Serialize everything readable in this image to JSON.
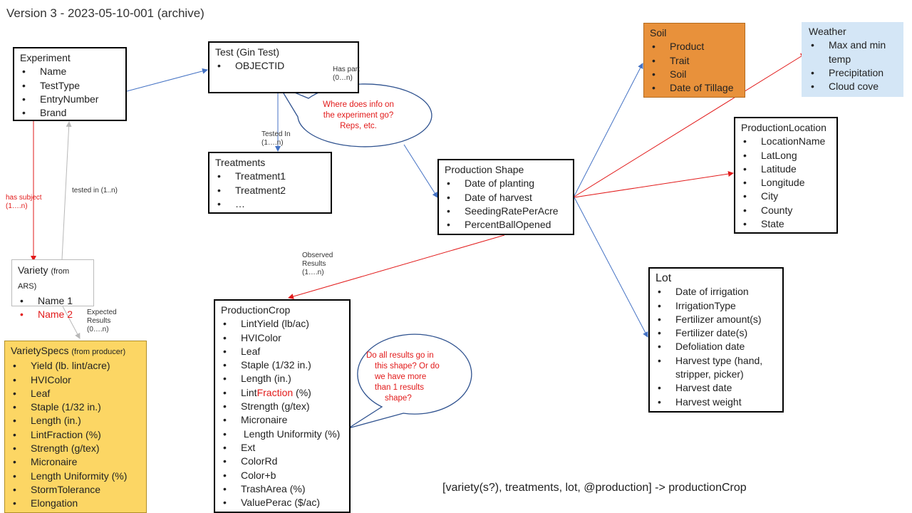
{
  "title": "Version 3 - 2023-05-10-001 (archive)",
  "colors": {
    "blue_arrow": "#4472c4",
    "red_arrow": "#e21a1a",
    "gray_arrow": "#b8b8b8",
    "soil_fill": "#e8913b",
    "weather_fill": "#d4e6f6",
    "varietyspecs_fill": "#fcd664",
    "bubble_stroke": "#2f528f"
  },
  "boxes": {
    "experiment": {
      "title": "Experiment",
      "items": [
        "Name",
        "TestType",
        "EntryNumber",
        "Brand"
      ]
    },
    "test": {
      "title": "Test (Gin Test)",
      "items": [
        "OBJECTID"
      ]
    },
    "treatments": {
      "title": "Treatments",
      "items": [
        "Treatment1",
        "Treatment2",
        "…"
      ]
    },
    "production_shape": {
      "title": "Production Shape",
      "items": [
        "Date of planting",
        "Date of harvest",
        "SeedingRatePerAcre",
        "PercentBallOpened"
      ]
    },
    "soil": {
      "title": "Soil",
      "items": [
        "Product",
        "Trait",
        "Soil",
        "Date of Tillage"
      ]
    },
    "weather": {
      "title": "Weather",
      "items": [
        "Max and min temp",
        "Precipitation",
        "Cloud cove"
      ]
    },
    "production_location": {
      "title": "ProductionLocation",
      "items": [
        "LocationName",
        "LatLong",
        "Latitude",
        "Longitude",
        "City",
        "County",
        "State"
      ]
    },
    "lot": {
      "title": "Lot",
      "items": [
        "Date of irrigation",
        "IrrigationType",
        "Fertilizer amount(s)",
        "Fertilizer date(s)",
        "Defoliation date",
        "Harvest type (hand, stripper, picker)",
        "Harvest date",
        "Harvest weight"
      ]
    },
    "variety": {
      "title": "Variety",
      "title_note": "(from ARS)",
      "items": [
        "Name 1",
        "Name 2"
      ]
    },
    "variety_specs": {
      "title": "VarietySpecs",
      "title_note": "(from producer)",
      "items": [
        "Yield (lb. lint/acre)",
        "HVIColor",
        "Leaf",
        "Staple (1/32 in.)",
        "Length (in.)",
        "LintFraction (%)",
        "Strength (g/tex)",
        "Micronaire",
        "Length Uniformity (%)",
        "StormTolerance",
        "Elongation"
      ]
    },
    "production_crop": {
      "title": "ProductionCrop",
      "items_before": [
        "LintYield (lb/ac)",
        "HVIColor",
        "Leaf",
        "Staple (1/32 in.)",
        "Length (in.)"
      ],
      "lint_fraction": {
        "prefix": "Lint",
        "highlight": "Fraction",
        "suffix": " (%)"
      },
      "items_after": [
        "Strength (g/tex)",
        "Micronaire",
        " Length Uniformity (%)",
        "Ext",
        "ColorRd",
        "Color+b",
        "TrashArea (%)",
        "ValuePerac ($/ac)"
      ]
    }
  },
  "edge_labels": {
    "has_part": [
      "Has part",
      "(0…n)"
    ],
    "tested_in_test": [
      "Tested In",
      "(1….n)"
    ],
    "has_subject": [
      "has subject",
      "(1….n)"
    ],
    "tested_in_exp": "tested in (1..n)",
    "expected_results": [
      "Expected",
      "Results",
      "(0….n)"
    ],
    "observed_results": [
      "Observed",
      "Results",
      "(1….n)"
    ]
  },
  "bubbles": {
    "experiment_info": [
      "Where does info on",
      "the experiment go?",
      "Reps, etc."
    ],
    "results_shape": [
      "Do all results go in",
      "this shape? Or do",
      "we have more",
      "than 1 results",
      "shape?"
    ]
  },
  "formula": "[variety(s?), treatments, lot, @production] -> productionCrop"
}
